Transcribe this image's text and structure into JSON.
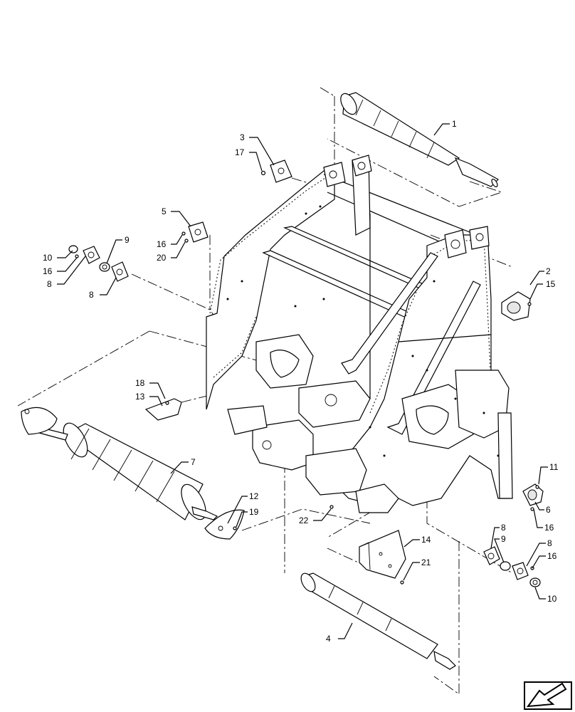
{
  "diagram": {
    "type": "exploded-parts-view",
    "callouts": [
      {
        "id": "c1",
        "text": "1"
      },
      {
        "id": "c2",
        "text": "2"
      },
      {
        "id": "c3",
        "text": "3"
      },
      {
        "id": "c4",
        "text": "4"
      },
      {
        "id": "c5",
        "text": "5"
      },
      {
        "id": "c6",
        "text": "6"
      },
      {
        "id": "c7",
        "text": "7"
      },
      {
        "id": "c8a",
        "text": "8"
      },
      {
        "id": "c8b",
        "text": "8"
      },
      {
        "id": "c8c",
        "text": "8"
      },
      {
        "id": "c8d",
        "text": "8"
      },
      {
        "id": "c9a",
        "text": "9"
      },
      {
        "id": "c9b",
        "text": "9"
      },
      {
        "id": "c10a",
        "text": "10"
      },
      {
        "id": "c10b",
        "text": "10"
      },
      {
        "id": "c11",
        "text": "11"
      },
      {
        "id": "c12",
        "text": "12"
      },
      {
        "id": "c13",
        "text": "13"
      },
      {
        "id": "c14",
        "text": "14"
      },
      {
        "id": "c15",
        "text": "15"
      },
      {
        "id": "c16a",
        "text": "16"
      },
      {
        "id": "c16b",
        "text": "16"
      },
      {
        "id": "c16c",
        "text": "16"
      },
      {
        "id": "c16d",
        "text": "16"
      },
      {
        "id": "c17",
        "text": "17"
      },
      {
        "id": "c18",
        "text": "18"
      },
      {
        "id": "c19",
        "text": "19"
      },
      {
        "id": "c20",
        "text": "20"
      },
      {
        "id": "c21",
        "text": "21"
      },
      {
        "id": "c22",
        "text": "22"
      }
    ]
  },
  "icons": {
    "nav": "arrow-in-box-icon"
  }
}
